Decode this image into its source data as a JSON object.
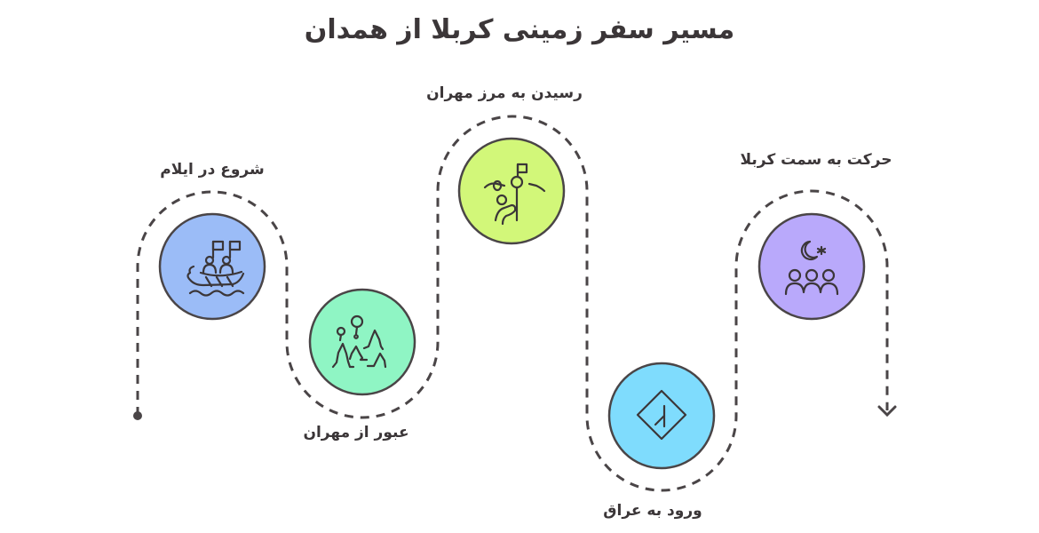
{
  "title": "مسیر سفر زمینی کربلا از همدان",
  "stroke_color": "#4a4547",
  "steps": [
    {
      "label": "شروع در ایلام",
      "icon": "boat-with-flags-icon",
      "color": "#9bbcf7"
    },
    {
      "label": "عبور از مهران",
      "icon": "trees-and-balloons-icon",
      "color": "#8ff5c4"
    },
    {
      "label": "رسیدن به مرز مهران",
      "icon": "border-marker-icon",
      "color": "#d2f779"
    },
    {
      "label": "ورود به عراق",
      "icon": "road-sign-icon",
      "color": "#7fdcfd"
    },
    {
      "label": "حرکت به سمت کربلا",
      "icon": "pilgrims-crescent-icon",
      "color": "#b9a9fb"
    }
  ]
}
